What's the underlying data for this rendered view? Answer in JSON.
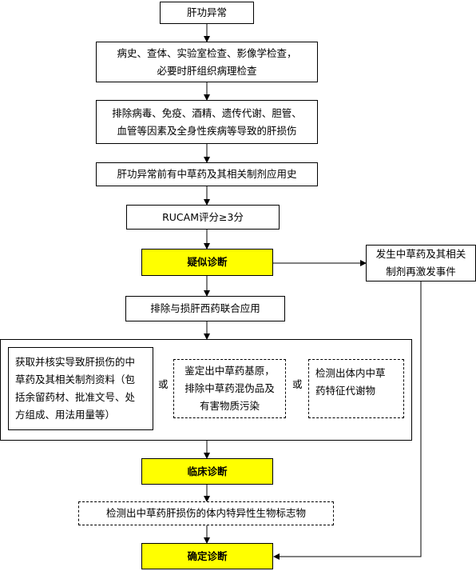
{
  "steps": {
    "abnormal": "肝功异常",
    "exam": [
      "病史、查体、实验室检查、影像学检查，",
      "必要时肝组织病理检查"
    ],
    "exclude": [
      "排除病毒、免疫、酒精、遗传代谢、胆管、",
      "血管等因素及全身性疾病等导致的肝损伤"
    ],
    "history": "肝功异常前有中草药及其相关制剂应用史",
    "rucam": "RUCAM评分≥3分",
    "suspected": "疑似诊断",
    "rechallenge": [
      "发生中草药及其相关",
      "制剂再激发事件"
    ],
    "exclude_drug": "排除与损肝西药联合应用",
    "obtain": [
      "获取并核实导致肝损伤的中",
      "草药及其相关制剂资料（包",
      "括余留药材、批准文号、处",
      "方组成、用法用量等）"
    ],
    "or1": "或",
    "identify": [
      "鉴定出中草药基原，",
      "排除中草药混伪品及",
      "有害物质污染"
    ],
    "or2": "或",
    "detect_metab": [
      "检测出体内中草",
      "药特征代谢物"
    ],
    "clinical": "临床诊断",
    "biomarker": "检测出中草药肝损伤的体内特异性生物标志物",
    "confirmed": "确定诊断"
  }
}
